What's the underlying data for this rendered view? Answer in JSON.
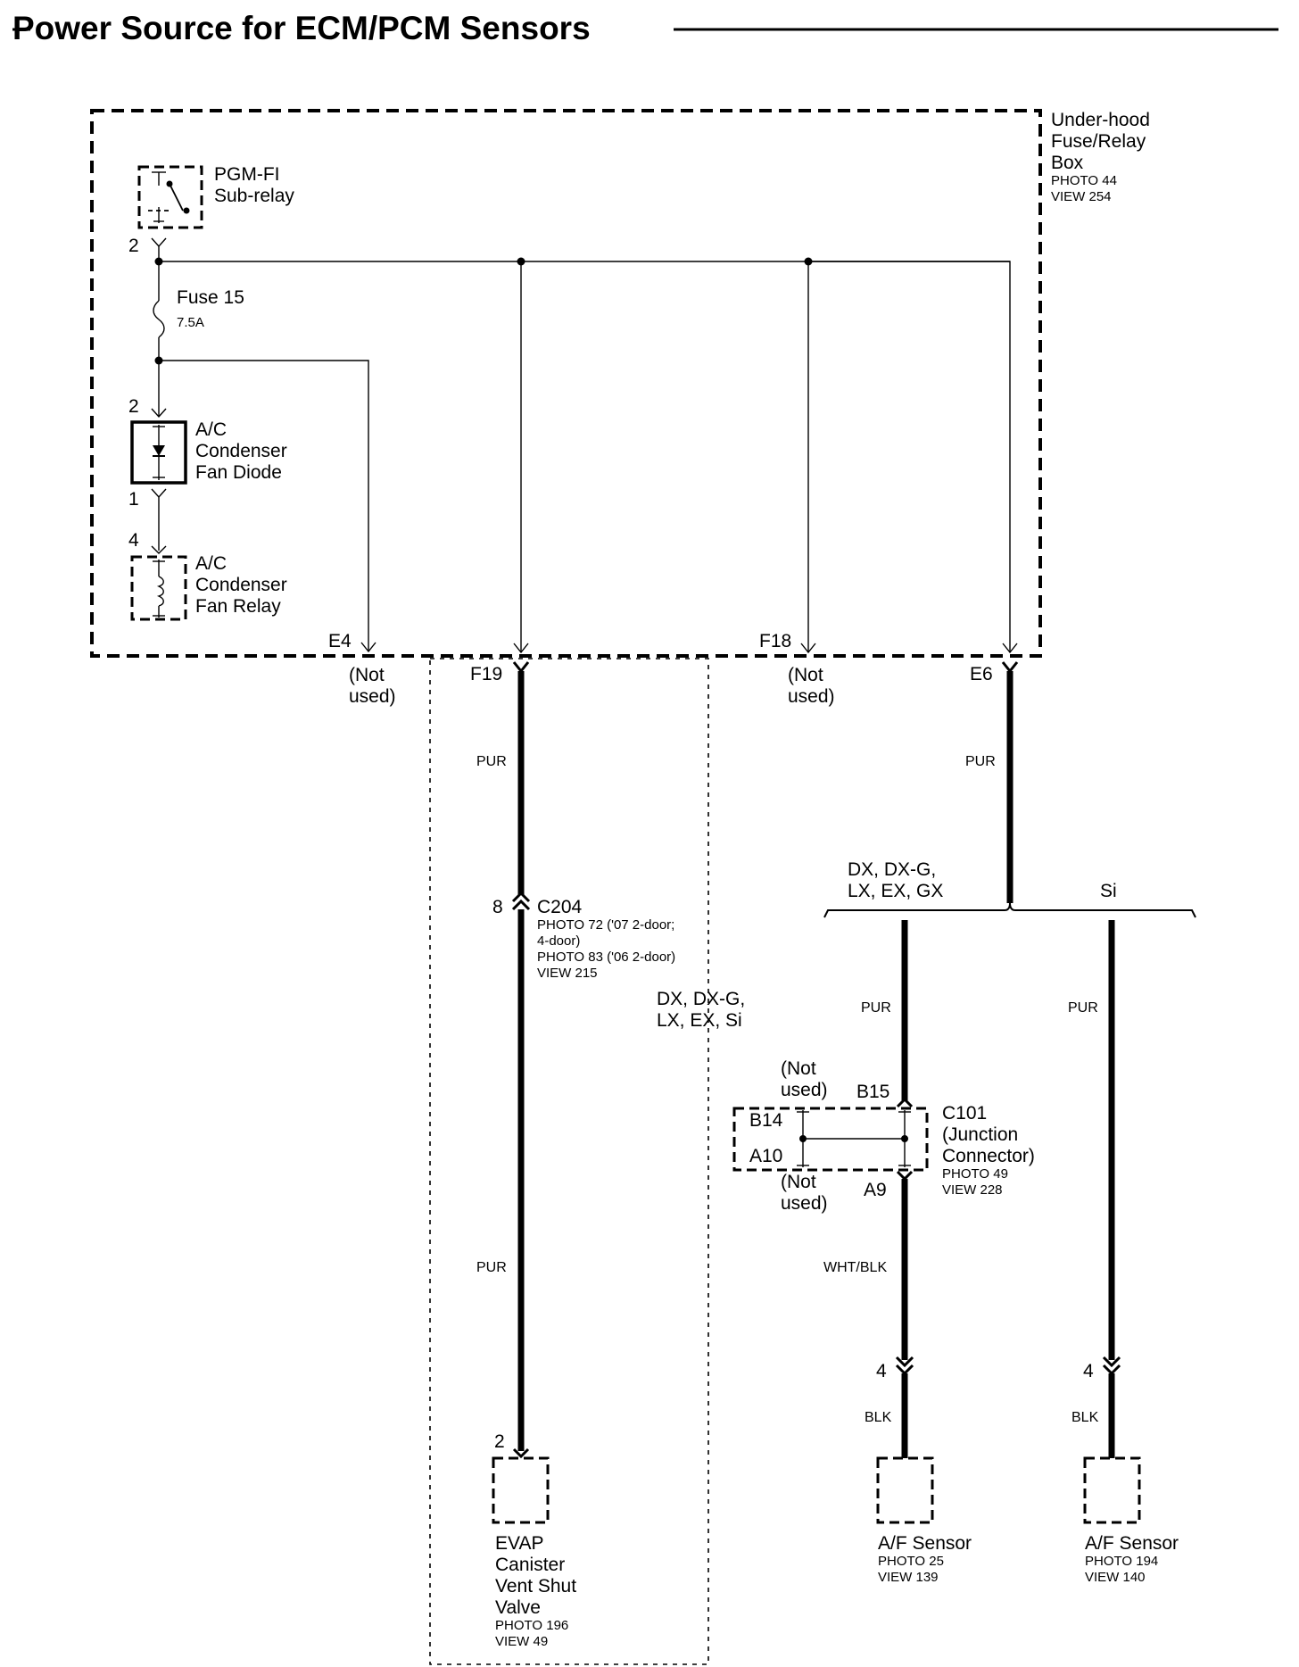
{
  "title": "Power Source for ECM/PCM Sensors",
  "fuse_box": {
    "name": [
      "Under-hood",
      "Fuse/Relay",
      "Box"
    ],
    "photo": "PHOTO 44",
    "view": "VIEW 254"
  },
  "sub_relay": {
    "name": [
      "PGM-FI",
      "Sub-relay"
    ],
    "pin": "2"
  },
  "fuse": {
    "name": "Fuse 15",
    "rating": "7.5A"
  },
  "diode": {
    "name": [
      "A/C",
      "Condenser",
      "Fan Diode"
    ],
    "pin_top": "2",
    "pin_bottom": "1"
  },
  "fan_relay": {
    "name": [
      "A/C",
      "Condenser",
      "Fan Relay"
    ],
    "pin": "4"
  },
  "terminals": {
    "e4": "E4",
    "f19": "F19",
    "f18": "F18",
    "e6": "E6"
  },
  "not_used": [
    "(Not",
    "used)"
  ],
  "wires": {
    "pur": "PUR",
    "wht_blk": "WHT/BLK",
    "blk": "BLK"
  },
  "c204": {
    "pin": "8",
    "name": "C204",
    "lines": [
      "PHOTO 72 ('07 2-door;",
      "4-door)",
      "PHOTO 83 ('06 2-door)",
      "VIEW 215"
    ]
  },
  "dashed_region_label": [
    "DX, DX-G,",
    "LX, EX, Si"
  ],
  "split": {
    "left": [
      "DX, DX-G,",
      "LX, EX, GX"
    ],
    "right": "Si"
  },
  "c101": {
    "name": [
      "C101",
      "(Junction",
      "Connector)"
    ],
    "photo": "PHOTO 49",
    "view": "VIEW 228",
    "b15": "B15",
    "b14": "B14",
    "a10": "A10",
    "a9": "A9"
  },
  "evap": {
    "pin": "2",
    "name": [
      "EVAP",
      "Canister",
      "Vent Shut",
      "Valve"
    ],
    "photo": "PHOTO 196",
    "view": "VIEW 49"
  },
  "af_sensor_1": {
    "pin": "4",
    "name": "A/F Sensor",
    "photo": "PHOTO 25",
    "view": "VIEW 139"
  },
  "af_sensor_2": {
    "pin": "4",
    "name": "A/F Sensor",
    "photo": "PHOTO 194",
    "view": "VIEW 140"
  }
}
